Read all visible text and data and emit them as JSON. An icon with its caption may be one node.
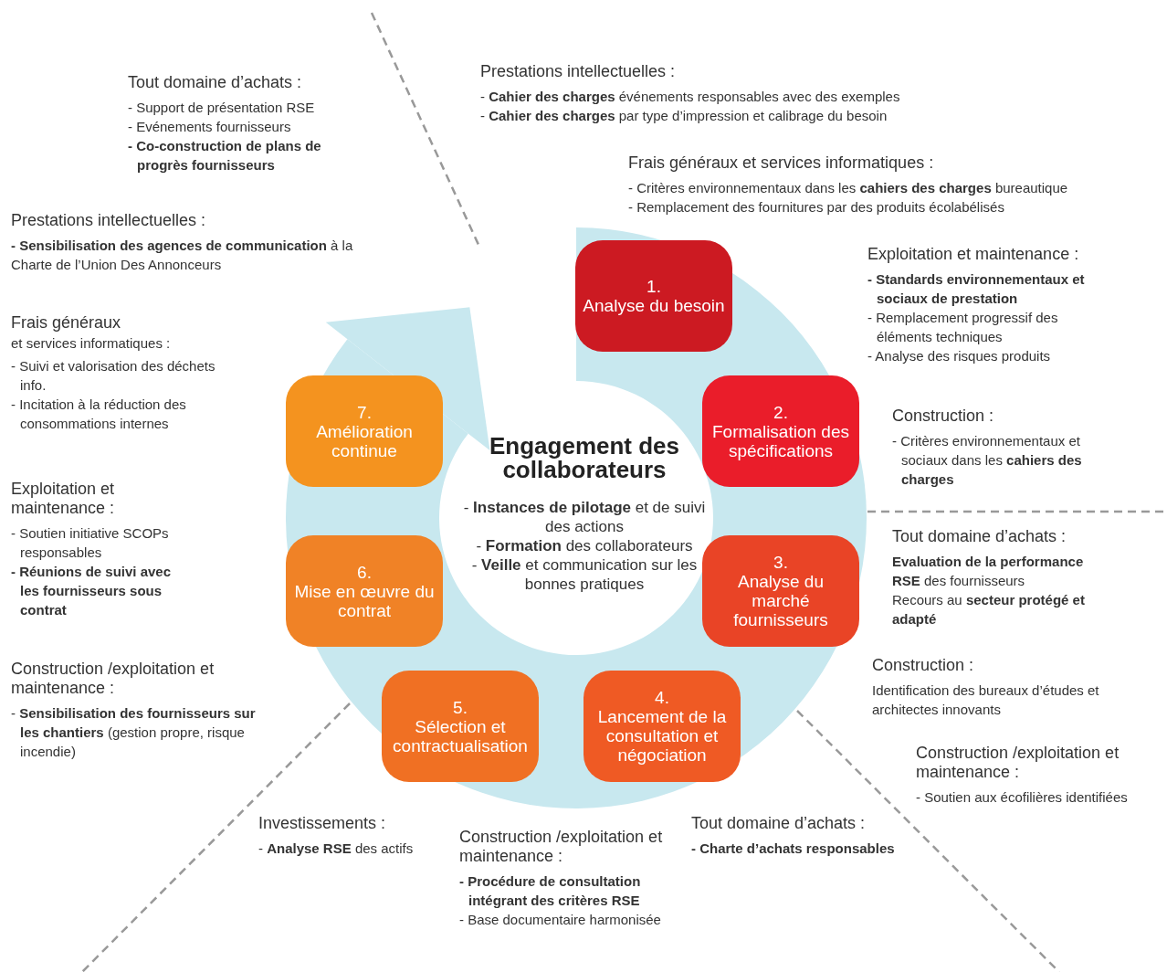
{
  "diagram": {
    "nodes": [
      {
        "text": [
          "1.",
          "Analyse du besoin"
        ]
      },
      {
        "text": [
          "2.",
          "Formalisation des spécifications"
        ]
      },
      {
        "text": [
          "3.",
          "Analyse du marché fournisseurs"
        ]
      },
      {
        "text": [
          "4.",
          "Lancement de la consultation et négociation"
        ]
      },
      {
        "text": [
          "5.",
          "Sélection et contractualisation"
        ]
      },
      {
        "text": [
          "6.",
          "Mise en œuvre du contrat"
        ]
      },
      {
        "text": [
          "7.",
          "Amélioration continue"
        ]
      }
    ],
    "labels": [
      "Prestations intellectuelles :",
      "- **Cahier des charges** événements responsables avec des exemples",
      "- **Cahier des charges** par type d’impression et calibrage du besoin",
      "Tout domaine d’achats :",
      "- Support de présentation RSE",
      "- Evénements fournisseurs",
      "- Co-construction de plans de progrès fournisseurs",
      "Frais généraux et services informatiques :",
      "- Critères environnementaux dans les **cahiers des charges** bureautique",
      "- Remplacement des fournitures par des produits écolabélisés",
      "Prestations intellectuelles :",
      "**- Sensibilisation des agences de communication** à la Charte de l’Union Des Annonceurs",
      "Exploitation et maintenance :",
      "- Standards environnementaux et sociaux de prestation",
      "- Remplacement progressif des éléments techniques",
      "- Analyse des risques produits",
      "Frais généraux",
      "et services informatiques :",
      "- Suivi et valorisation des déchets info.",
      "- Incitation à la réduction des consommations internes",
      "Construction :",
      "- Critères environnementaux et sociaux dans les **cahiers des charges**",
      "Engagement des collaborateurs",
      "- **Instances de pilotage** et de suivi des actions",
      "- **Formation** des collaborateurs",
      "- **Veille** et communication sur les bonnes pratiques",
      "Exploitation et maintenance :",
      "- Soutien initiative SCOPs responsables",
      "- Réunions de suivi avec les fournisseurs sous contrat",
      "Tout domaine d’achats :",
      "**Evaluation de la performance RSE** des fournisseurs",
      "Recours au **secteur protégé et adapté**",
      "Construction :",
      "Identification des bureaux d’études et architectes innovants",
      "Construction /exploitation et maintenance :",
      "- **Sensibilisation des fournisseurs sur les chantiers** (gestion propre, risque incendie)",
      "Construction /exploitation et maintenance :",
      "- Soutien aux écofilières identifiées",
      "Investissements :",
      "- **Analyse RSE** des actifs",
      "Construction /exploitation et maintenance :",
      "- Procédure de consultation intégrant des critères RSE",
      "- Base documentaire harmonisée",
      "Tout domaine d’achats :",
      "- Charte d’achats responsables"
    ]
  }
}
